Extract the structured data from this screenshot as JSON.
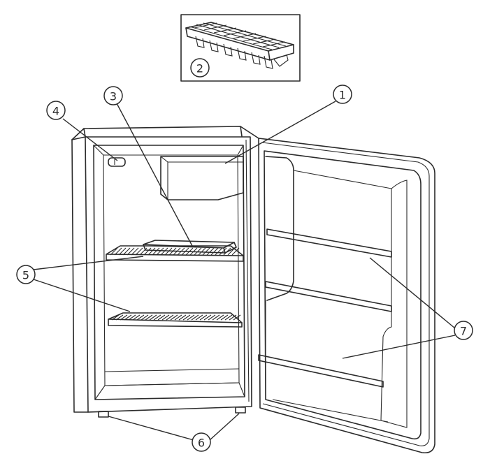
{
  "figure": {
    "type": "fridge-parts-diagram",
    "callouts": [
      {
        "label": "1",
        "part": "freezer-compartment"
      },
      {
        "label": "2",
        "part": "ice-cube-tray"
      },
      {
        "label": "3",
        "part": "drip-tray"
      },
      {
        "label": "4",
        "part": "thermostat-lamp"
      },
      {
        "label": "5",
        "part": "wire-shelves"
      },
      {
        "label": "6",
        "part": "adjustable-feet"
      },
      {
        "label": "7",
        "part": "door-shelves"
      }
    ],
    "colors": {
      "line": "#2b2b2b",
      "background": "#ffffff"
    }
  }
}
